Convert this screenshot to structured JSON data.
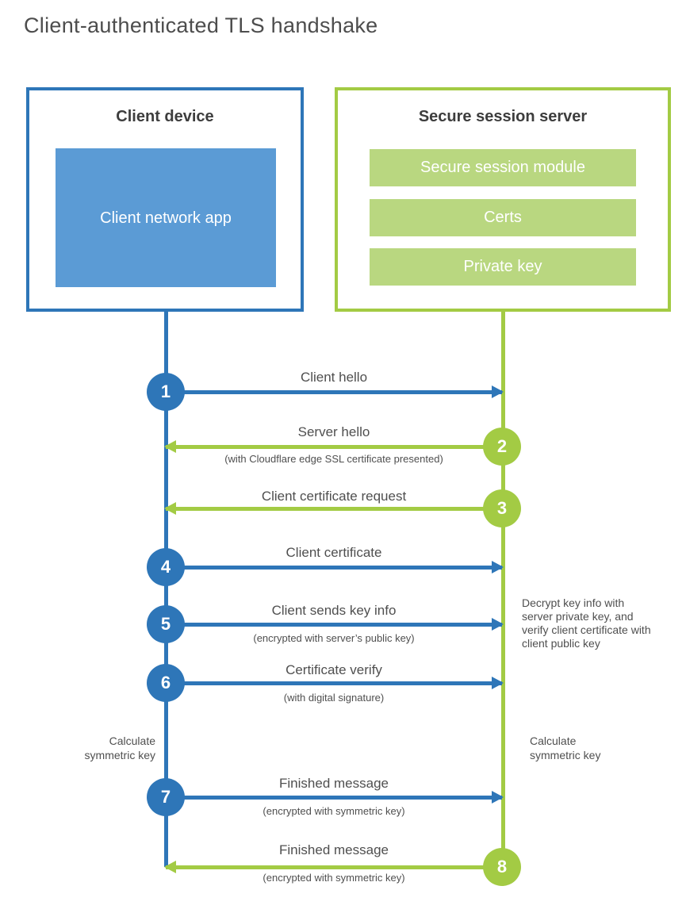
{
  "title": "Client-authenticated TLS handshake",
  "client": {
    "title": "Client device",
    "app": "Client network app"
  },
  "server": {
    "title": "Secure session server",
    "modules": [
      "Secure session module",
      "Certs",
      "Private key"
    ]
  },
  "steps": [
    {
      "num": "1",
      "label": "Client hello",
      "sub": "",
      "from": "client",
      "direction": "right"
    },
    {
      "num": "2",
      "label": "Server hello",
      "sub": "(with Cloudflare edge SSL certificate presented)",
      "from": "server",
      "direction": "left"
    },
    {
      "num": "3",
      "label": "Client certificate request",
      "sub": "",
      "from": "server",
      "direction": "left"
    },
    {
      "num": "4",
      "label": "Client certificate",
      "sub": "",
      "from": "client",
      "direction": "right"
    },
    {
      "num": "5",
      "label": "Client sends key info",
      "sub": "(encrypted with server’s public key)",
      "from": "client",
      "direction": "right"
    },
    {
      "num": "6",
      "label": "Certificate verify",
      "sub": "(with digital signature)",
      "from": "client",
      "direction": "right"
    },
    {
      "num": "7",
      "label": "Finished message",
      "sub": "(encrypted with symmetric key)",
      "from": "client",
      "direction": "right"
    },
    {
      "num": "8",
      "label": "Finished message",
      "sub": "(encrypted with symmetric key)",
      "from": "server",
      "direction": "left"
    }
  ],
  "annotations": {
    "decrypt_note": "Decrypt key info with server private key, and verify client certificate with client public key",
    "calc_left": "Calculate symmetric key",
    "calc_right": "Calculate symmetric key"
  },
  "colors": {
    "blue": "#2e76b8",
    "light_blue": "#5b9bd5",
    "green": "#a3cb44",
    "light_green": "#b9d780"
  }
}
